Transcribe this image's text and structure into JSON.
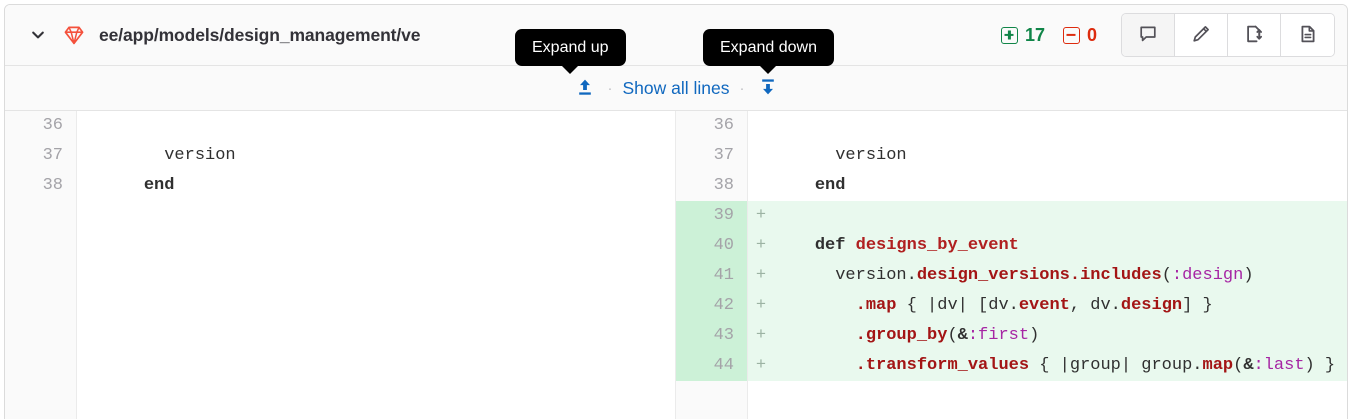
{
  "header": {
    "collapse_icon": "chevron-down-icon",
    "file_icon": "ruby-gem-icon",
    "file_path": "ee/app/models/design_management/ve",
    "additions_count": "17",
    "deletions_count": "0",
    "additions_icon": "plus-square-icon",
    "deletions_icon": "minus-square-icon",
    "buttons": [
      {
        "name": "comment-button",
        "icon": "comment-icon"
      },
      {
        "name": "edit-button",
        "icon": "pencil-icon"
      },
      {
        "name": "compare-button",
        "icon": "file-transfer-icon"
      },
      {
        "name": "view-file-button",
        "icon": "document-icon"
      }
    ]
  },
  "expand_row": {
    "expand_up_icon": "expand-up-icon",
    "expand_up_tooltip": "Expand up",
    "separator": "·",
    "show_all_label": "Show all lines",
    "expand_down_icon": "expand-down-icon",
    "expand_down_tooltip": "Expand down"
  },
  "diff": {
    "left_lines": [
      {
        "num": "36",
        "marker": "",
        "type": "ctx",
        "tokens": []
      },
      {
        "num": "37",
        "marker": "",
        "type": "ctx",
        "tokens": [
          {
            "t": "      version",
            "c": "pl"
          }
        ]
      },
      {
        "num": "38",
        "marker": "",
        "type": "ctx",
        "tokens": [
          {
            "t": "    ",
            "c": "pl"
          },
          {
            "t": "end",
            "c": "k"
          }
        ]
      }
    ],
    "right_lines": [
      {
        "num": "36",
        "marker": "",
        "type": "ctx",
        "tokens": []
      },
      {
        "num": "37",
        "marker": "",
        "type": "ctx",
        "tokens": [
          {
            "t": "      version",
            "c": "pl"
          }
        ]
      },
      {
        "num": "38",
        "marker": "",
        "type": "ctx",
        "tokens": [
          {
            "t": "    ",
            "c": "pl"
          },
          {
            "t": "end",
            "c": "k"
          }
        ]
      },
      {
        "num": "39",
        "marker": "+",
        "type": "add",
        "tokens": []
      },
      {
        "num": "40",
        "marker": "+",
        "type": "add",
        "tokens": [
          {
            "t": "    ",
            "c": "pl"
          },
          {
            "t": "def",
            "c": "k"
          },
          {
            "t": " ",
            "c": "pl"
          },
          {
            "t": "designs_by_event",
            "c": "mr"
          }
        ]
      },
      {
        "num": "41",
        "marker": "+",
        "type": "add",
        "tokens": [
          {
            "t": "      version.",
            "c": "pl"
          },
          {
            "t": "design_versions",
            "c": "m"
          },
          {
            "t": ".",
            "c": "m"
          },
          {
            "t": "includes",
            "c": "m"
          },
          {
            "t": "(",
            "c": "pl"
          },
          {
            "t": ":design",
            "c": "sym"
          },
          {
            "t": ")",
            "c": "pl"
          }
        ]
      },
      {
        "num": "42",
        "marker": "+",
        "type": "add",
        "tokens": [
          {
            "t": "        .",
            "c": "m"
          },
          {
            "t": "map",
            "c": "m"
          },
          {
            "t": " { |dv| [dv.",
            "c": "pl"
          },
          {
            "t": "event",
            "c": "m"
          },
          {
            "t": ", dv.",
            "c": "pl"
          },
          {
            "t": "design",
            "c": "m"
          },
          {
            "t": "] }",
            "c": "pl"
          }
        ]
      },
      {
        "num": "43",
        "marker": "+",
        "type": "add",
        "tokens": [
          {
            "t": "        .",
            "c": "m"
          },
          {
            "t": "group_by",
            "c": "m"
          },
          {
            "t": "(",
            "c": "pl"
          },
          {
            "t": "&",
            "c": "amp"
          },
          {
            "t": ":first",
            "c": "sym"
          },
          {
            "t": ")",
            "c": "pl"
          }
        ]
      },
      {
        "num": "44",
        "marker": "+",
        "type": "add",
        "tokens": [
          {
            "t": "        .",
            "c": "m"
          },
          {
            "t": "transform_values",
            "c": "m"
          },
          {
            "t": " { |group| group.",
            "c": "pl"
          },
          {
            "t": "map",
            "c": "m"
          },
          {
            "t": "(",
            "c": "pl"
          },
          {
            "t": "&",
            "c": "amp"
          },
          {
            "t": ":last",
            "c": "sym"
          },
          {
            "t": ") }",
            "c": "pl"
          }
        ]
      }
    ]
  },
  "colors": {
    "addition_green": "#108548",
    "deletion_red": "#dd2b0e",
    "link_blue": "#1068bf",
    "add_line_bg": "#e9f9ee",
    "add_gutter_bg": "#ccf1d7",
    "ruby_red": "#f4513c",
    "symbol_purple": "#a626a4",
    "method_red": "#a31515"
  }
}
